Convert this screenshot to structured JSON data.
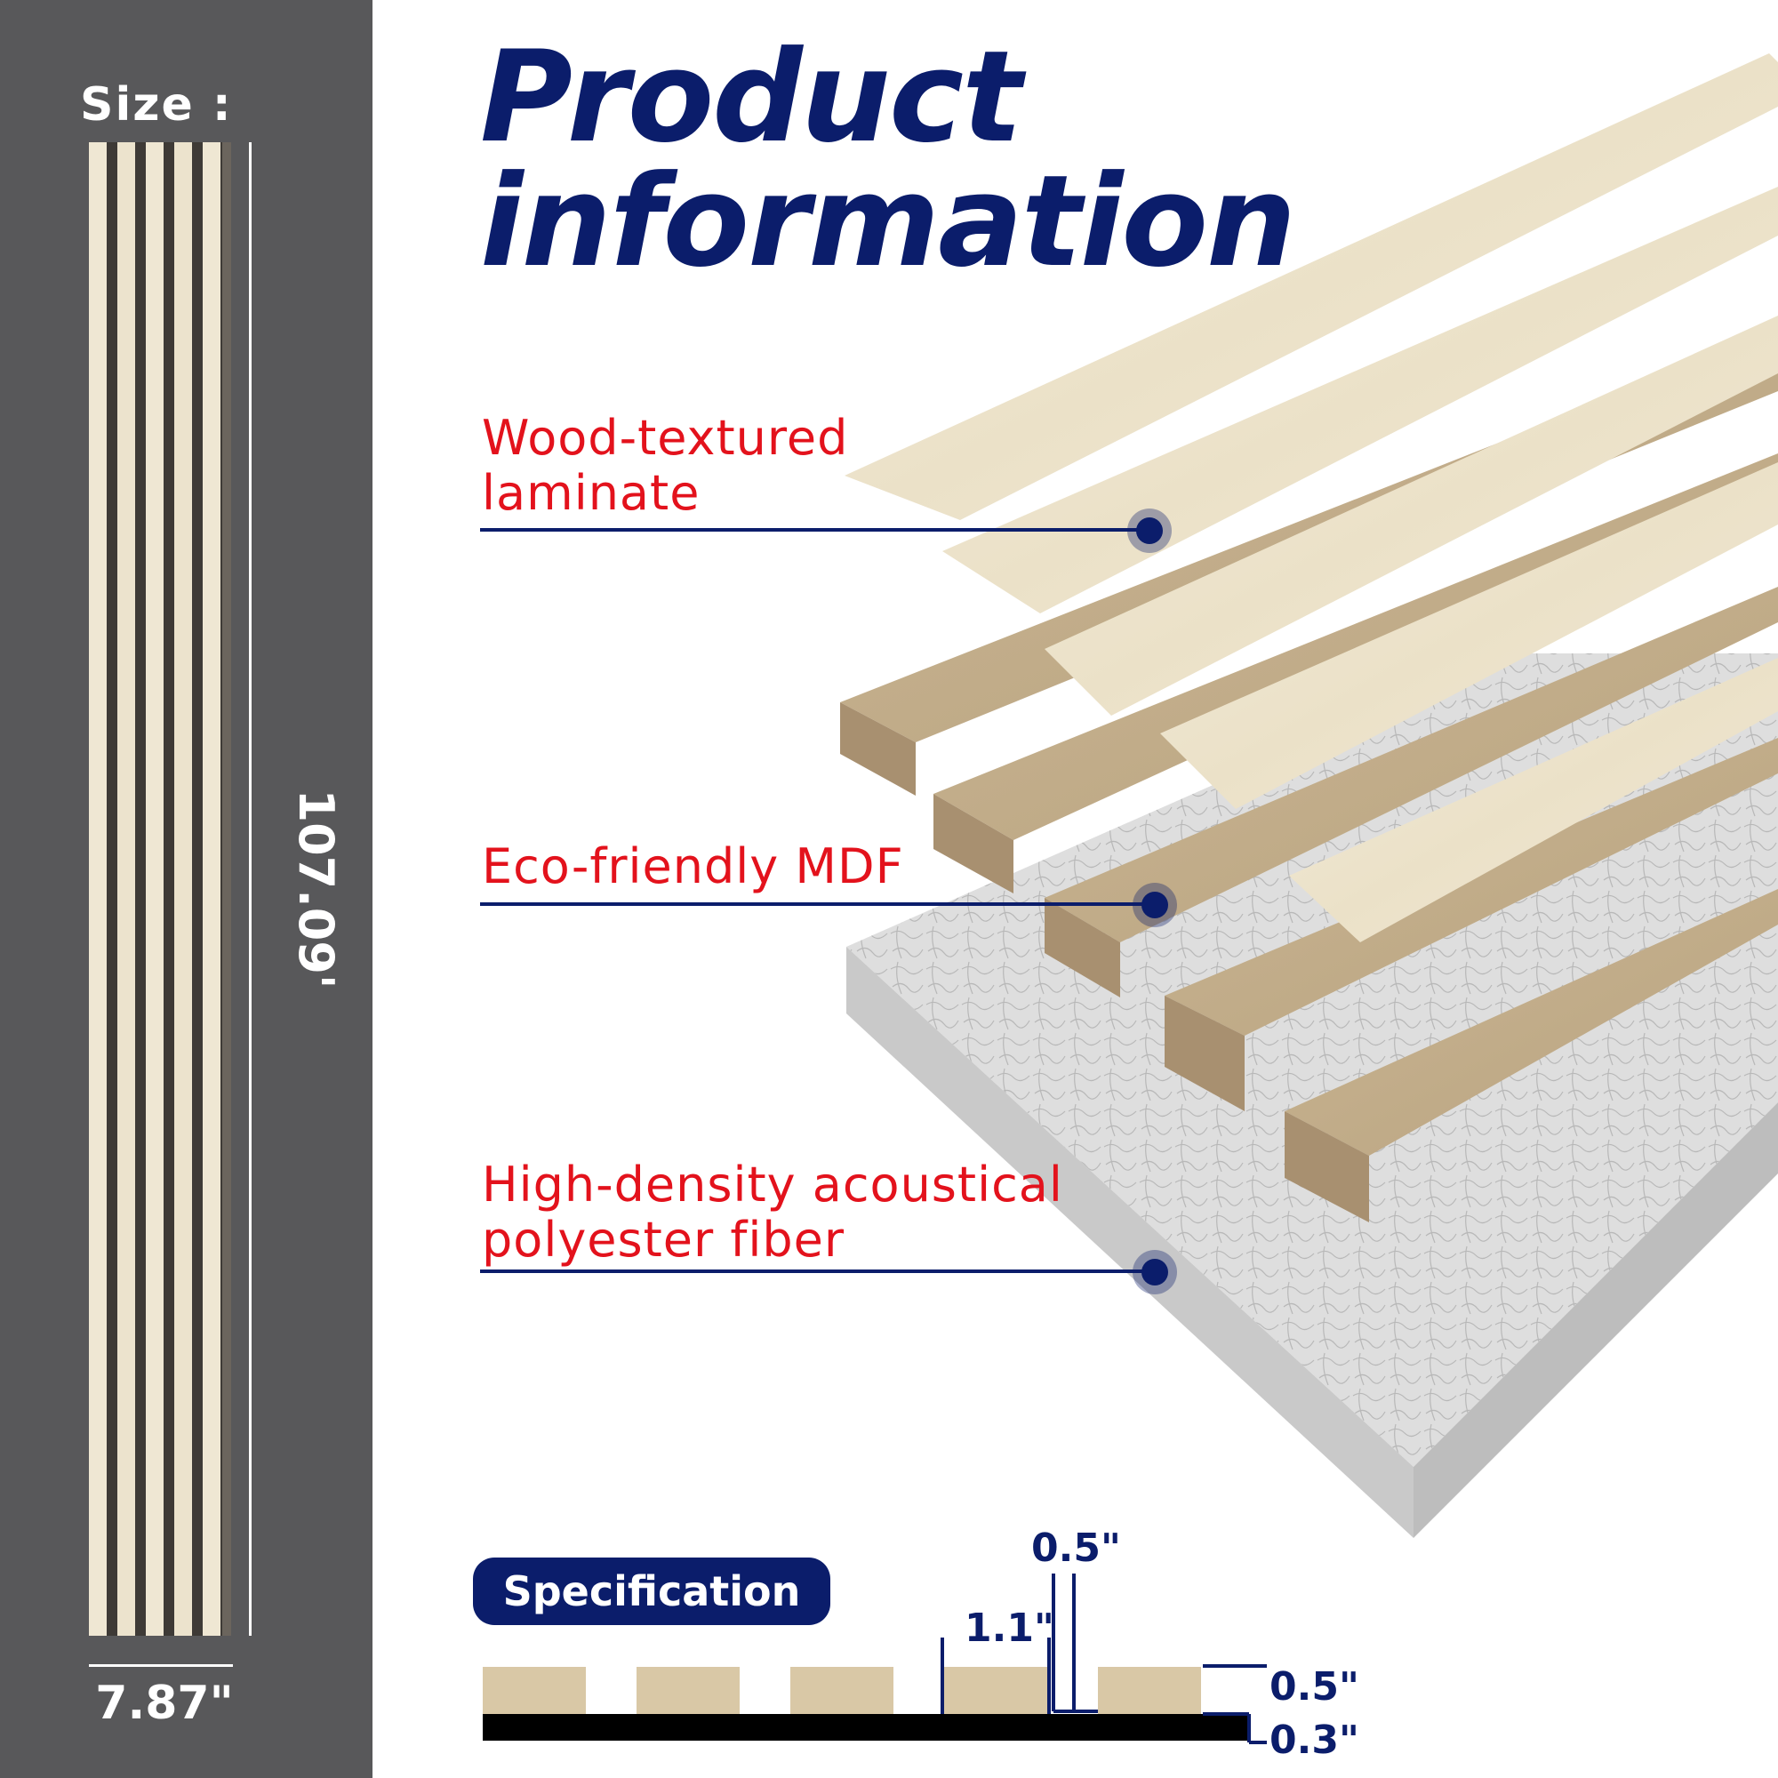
{
  "title": {
    "line1": "Product",
    "line2": "information"
  },
  "size": {
    "label": "Size :",
    "height": "107.09'",
    "width": "7.87\""
  },
  "layers": [
    {
      "label_line1": "Wood-textured",
      "label_line2": "laminate"
    },
    {
      "label_line1": "Eco-friendly MDF",
      "label_line2": ""
    },
    {
      "label_line1": "High-density acoustical",
      "label_line2": "polyester fiber"
    }
  ],
  "specification": {
    "label": "Specification",
    "slat_width": "1.1\"",
    "gap_width": "0.5\"",
    "slat_height": "0.5\"",
    "felt_height": "0.3\""
  },
  "colors": {
    "navy": "#0b1d6b",
    "red": "#e3121c",
    "panel_gray": "#58585a",
    "slat_beige": "#d9c8a6",
    "mdf_tan": "#bfa985",
    "felt_gray": "#d6d6d6"
  }
}
